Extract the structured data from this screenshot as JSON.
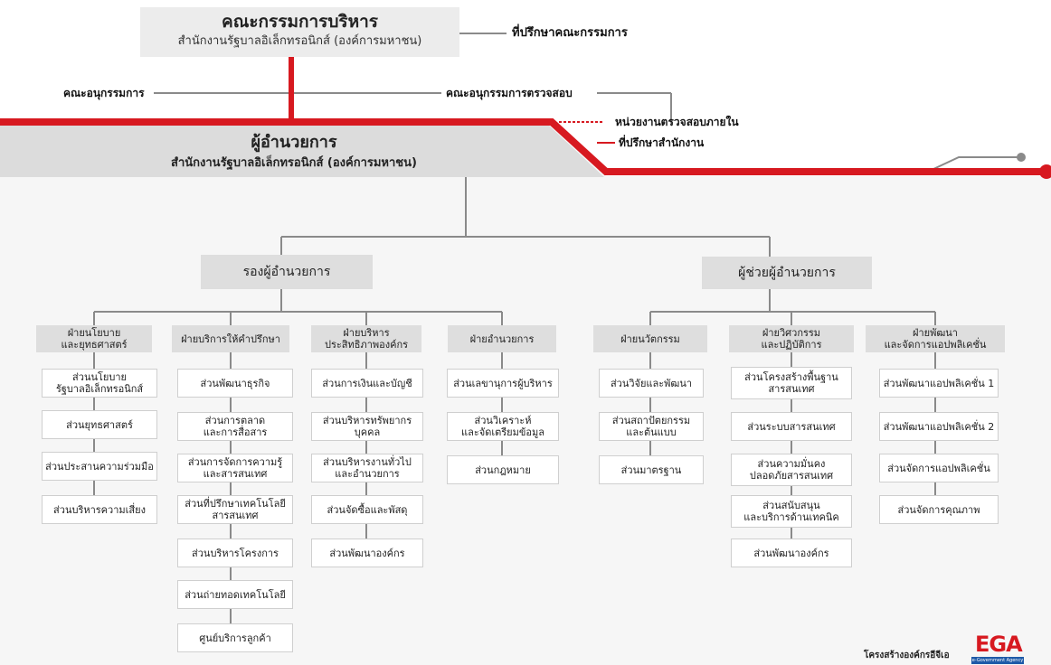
{
  "board": {
    "title": "คณะกรรมการบริหาร",
    "subtitle": "สำนักงานรัฐบาลอิเล็กทรอนิกส์ (องค์การมหาชน)"
  },
  "board_advisor": "ที่ปรึกษาคณะกรรมการ",
  "subcommittee": "คณะอนุกรรมการ",
  "audit_subcommittee": "คณะอนุกรรมการตรวจสอบ",
  "internal_audit": "หน่วยงานตรวจสอบภายใน",
  "office_advisor": "ที่ปรึกษาสำนักงาน",
  "director": {
    "title": "ผู้อำนวยการ",
    "subtitle": "สำนักงานรัฐบาลอิเล็กทรอนิกส์ (องค์การมหาชน)"
  },
  "deputy": "รองผู้อำนวยการ",
  "assistant": "ผู้ช่วยผู้อำนวยการ",
  "divisions": [
    {
      "header": "ฝ่ายนโยบาย\nและยุทธศาสตร์",
      "units": [
        "ส่วนนโยบาย\nรัฐบาลอิเล็กทรอนิกส์",
        "ส่วนยุทธศาสตร์",
        "ส่วนประสานความร่วมมือ",
        "ส่วนบริหารความเสี่ยง"
      ]
    },
    {
      "header": "ฝ่ายบริการให้คำปรึกษา",
      "units": [
        "ส่วนพัฒนาธุรกิจ",
        "ส่วนการตลาด\nและการสื่อสาร",
        "ส่วนการจัดการความรู้\nและสารสนเทศ",
        "ส่วนที่ปรึกษาเทคโนโลยี\nสารสนเทศ",
        "ส่วนบริหารโครงการ",
        "ส่วนถ่ายทอดเทคโนโลยี",
        "ศูนย์บริการลูกค้า"
      ]
    },
    {
      "header": "ฝ่ายบริหาร\nประสิทธิภาพองค์กร",
      "units": [
        "ส่วนการเงินและบัญชี",
        "ส่วนบริหารทรัพยากรบุคคล",
        "ส่วนบริหารงานทั่วไป\nและอำนวยการ",
        "ส่วนจัดซื้อและพัสดุ",
        "ส่วนพัฒนาองค์กร"
      ]
    },
    {
      "header": "ฝ่ายอำนวยการ",
      "units": [
        "ส่วนเลขานุการผู้บริหาร",
        "ส่วนวิเคราะห์\nและจัดเตรียมข้อมูล",
        "ส่วนกฎหมาย"
      ]
    },
    {
      "header": "ฝ่ายนวัตกรรม",
      "units": [
        "ส่วนวิจัยและพัฒนา",
        "ส่วนสถาปัตยกรรม\nและต้นแบบ",
        "ส่วนมาตรฐาน"
      ]
    },
    {
      "header": "ฝ่ายวิศวกรรม\nและปฏิบัติการ",
      "units": [
        "ส่วนโครงสร้างพื้นฐาน\nสารสนเทศ",
        "ส่วนระบบสารสนเทศ",
        "ส่วนความมั่นคง\nปลอดภัยสารสนเทศ",
        "ส่วนสนับสนุน\nและบริการด้านเทคนิค",
        "ส่วนพัฒนาองค์กร"
      ]
    },
    {
      "header": "ฝ่ายพัฒนา\nและจัดการแอปพลิเคชั่น",
      "units": [
        "ส่วนพัฒนาแอปพลิเคชั่น 1",
        "ส่วนพัฒนาแอปพลิเคชั่น 2",
        "ส่วนจัดการแอปพลิเคชั่น",
        "ส่วนจัดการคุณภาพ"
      ]
    }
  ],
  "footer_label": "โครงสร้างองค์กรอีจีเอ",
  "logo": {
    "text": "EGA",
    "tagline": "e-Government Agency"
  },
  "colors": {
    "accent": "#d71920",
    "box": "#dedede",
    "logo_blue": "#1e5aa8"
  }
}
